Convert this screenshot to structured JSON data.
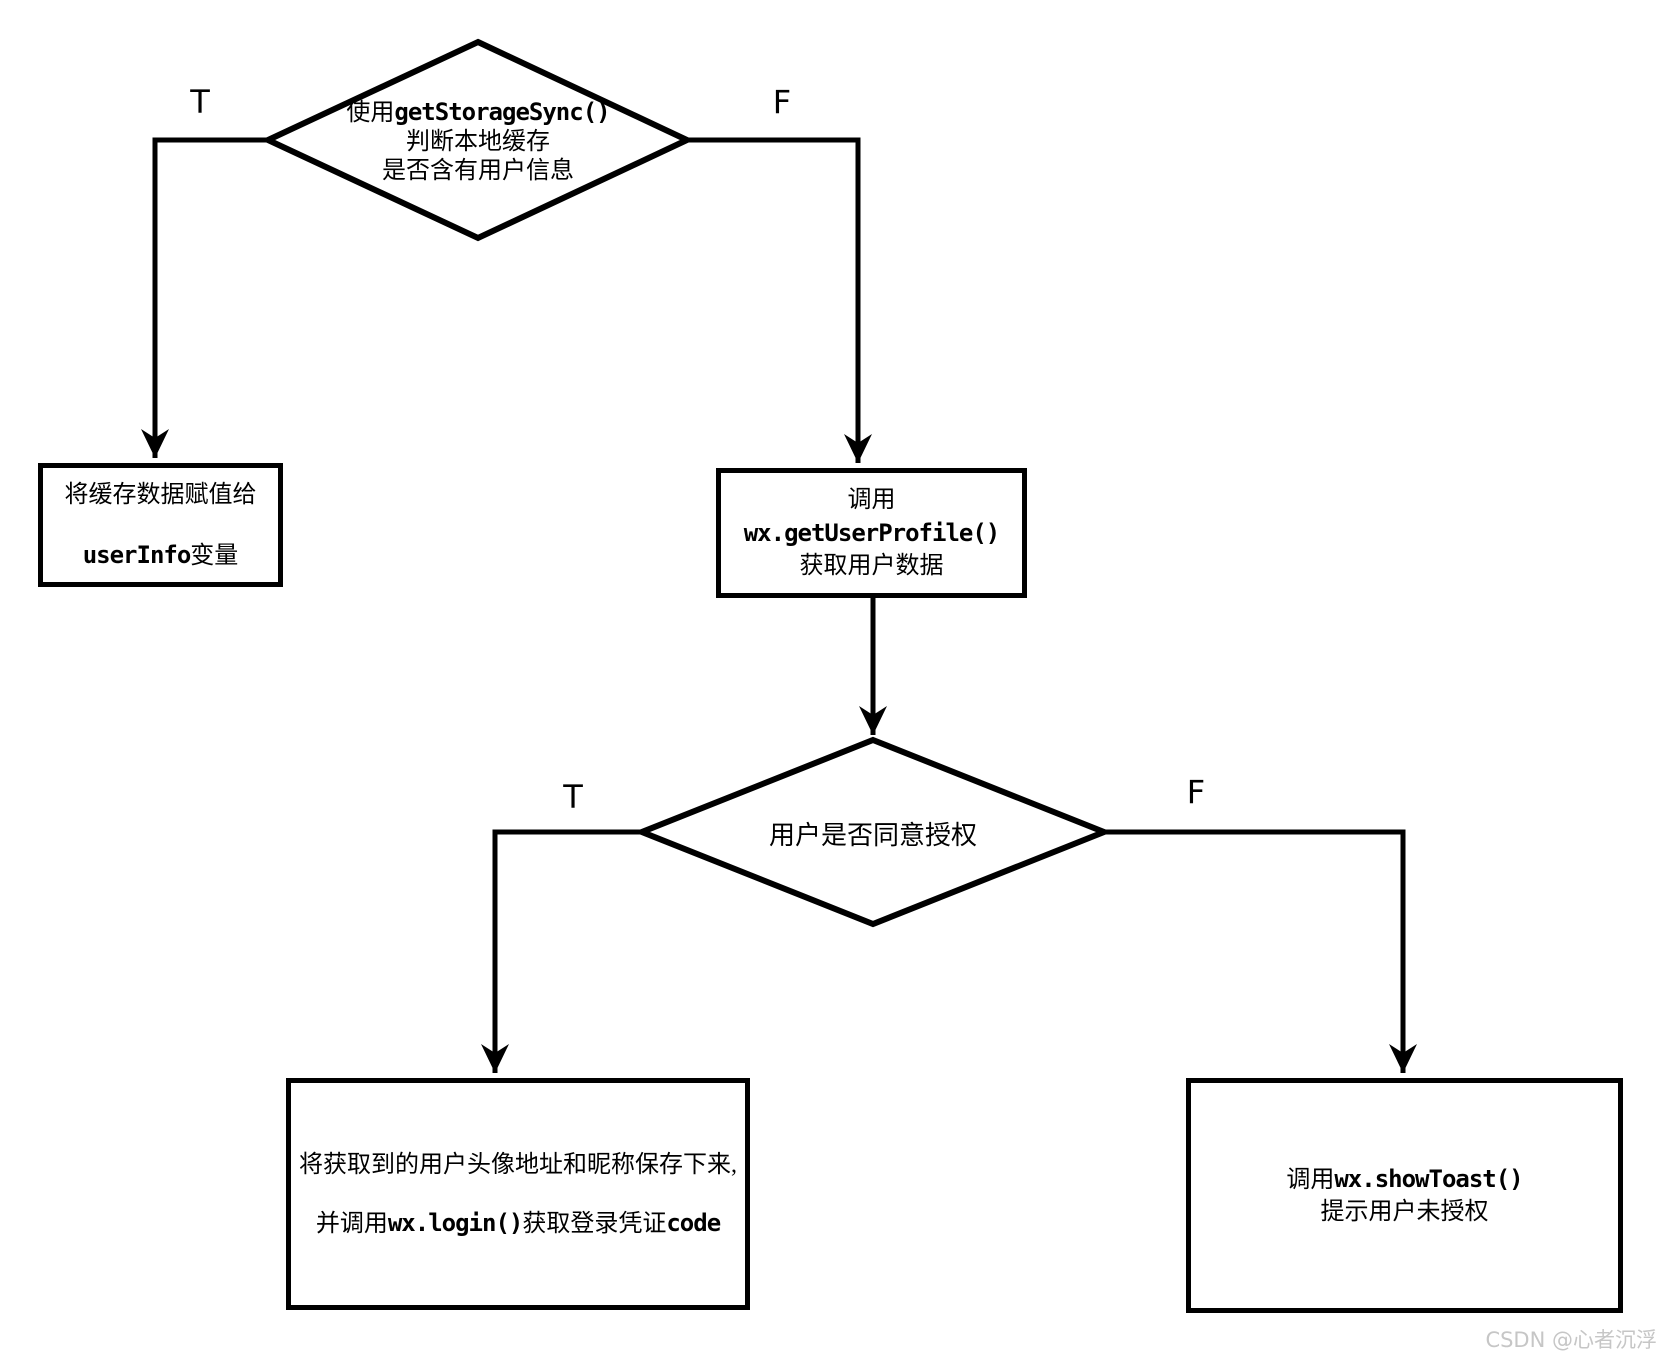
{
  "page": {
    "watermark": "CSDN @心者沉浮"
  },
  "flowchart": {
    "decision_storage": {
      "line1_prefix": "使用",
      "line1_code": "getStorageSync()",
      "line2": "判断本地缓存",
      "line3": "是否含有用户信息",
      "true_label": "T",
      "false_label": "F"
    },
    "box_cache": {
      "line1": "将缓存数据赋值给",
      "line2_code": "userInfo",
      "line2_suffix": "变量"
    },
    "box_profile": {
      "line1": "调用",
      "line2_code": "wx.getUserProfile()",
      "line3": "获取用户数据"
    },
    "decision_authorize": {
      "label": "用户是否同意授权",
      "true_label": "T",
      "false_label": "F"
    },
    "box_save": {
      "line1": "将获取到的用户头像地址和昵称保存下来,",
      "line2_prefix": "并调用",
      "line2_code": "wx.login()",
      "line2_mid": "获取登录凭证",
      "line2_code2": "code"
    },
    "box_toast": {
      "line1_prefix": "调用",
      "line1_code": "wx.showToast()",
      "line2": "提示用户未授权"
    }
  }
}
